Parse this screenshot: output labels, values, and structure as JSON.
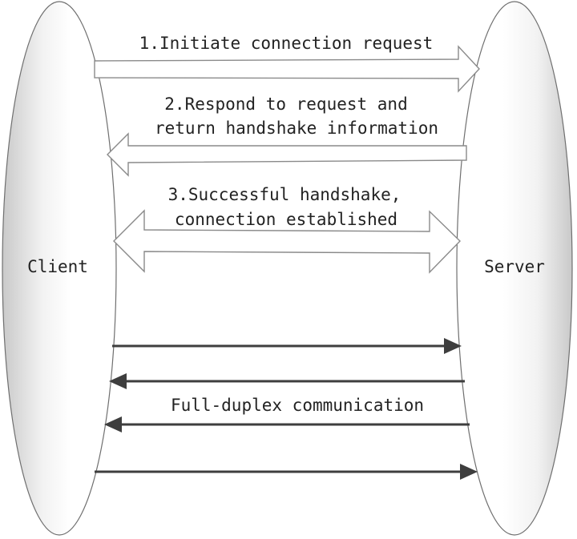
{
  "nodes": {
    "client": {
      "label": "Client"
    },
    "server": {
      "label": "Server"
    }
  },
  "handshake_steps": [
    {
      "lines": [
        "1.Initiate connection request"
      ],
      "direction": "client-to-server"
    },
    {
      "lines": [
        "2.Respond to request and",
        "return handshake information"
      ],
      "direction": "server-to-client"
    },
    {
      "lines": [
        "3.Successful handshake,",
        "connection established"
      ],
      "direction": "bidirectional"
    }
  ],
  "communication": {
    "label": "Full-duplex communication",
    "arrows": [
      "client-to-server",
      "server-to-client",
      "server-to-client",
      "client-to-server"
    ]
  },
  "colors": {
    "ellipse_fill_light": "#ffffff",
    "ellipse_fill_dark": "#c9c9c9",
    "ellipse_stroke": "#6f6f6f",
    "fat_arrow_stroke": "#8a8a8a",
    "thin_arrow": "#3e3e3e",
    "text": "#222222"
  }
}
